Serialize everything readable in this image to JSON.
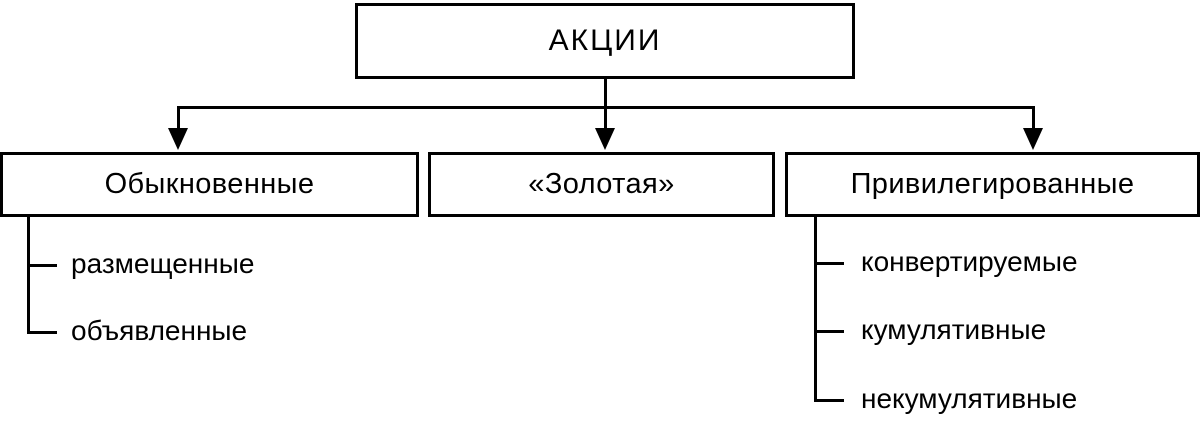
{
  "diagram": {
    "title": "АКЦИИ",
    "type": "hierarchy-tree",
    "colors": {
      "stroke": "#000000",
      "fill": "#ffffff",
      "text": "#000000"
    },
    "root": {
      "label": "АКЦИИ"
    },
    "level2": [
      {
        "id": "common",
        "label": "Обыкновенные"
      },
      {
        "id": "golden",
        "label": "«Золотая»"
      },
      {
        "id": "preferred",
        "label": "Привилегированные"
      }
    ],
    "level3": {
      "common": [
        {
          "label": "размещенные"
        },
        {
          "label": "объявленные"
        }
      ],
      "preferred": [
        {
          "label": "конвертируемые"
        },
        {
          "label": "кумулятивные"
        },
        {
          "label": "некумулятивные"
        }
      ]
    }
  }
}
